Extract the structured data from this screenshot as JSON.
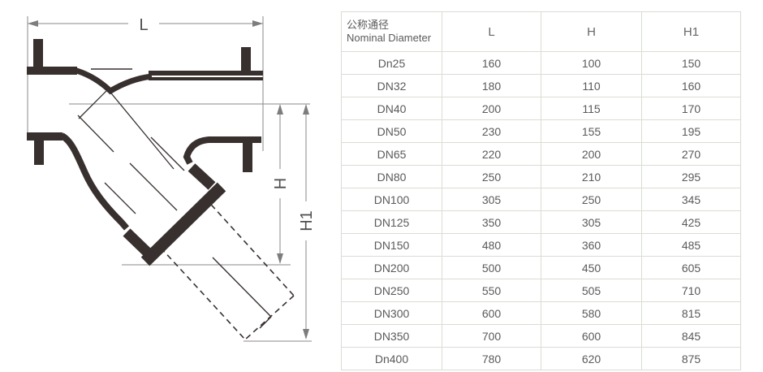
{
  "diagram": {
    "type": "y-strainer-section-drawing",
    "dimension_labels": {
      "length": "L",
      "height": "H",
      "height1": "H1"
    },
    "colors": {
      "body": "#38302e",
      "dimension_line": "#8a8a8a",
      "label_text": "#4d4d4d"
    }
  },
  "table": {
    "header": {
      "nominal_zh": "公称通径",
      "nominal_en": "Nominal Diameter",
      "l": "L",
      "h": "H",
      "h1": "H1"
    },
    "colors": {
      "border": "#d9ded4",
      "text": "#5a5a5a"
    },
    "rows": [
      {
        "dn": "Dn25",
        "l": "160",
        "h": "100",
        "h1": "150"
      },
      {
        "dn": "DN32",
        "l": "180",
        "h": "110",
        "h1": "160"
      },
      {
        "dn": "DN40",
        "l": "200",
        "h": "115",
        "h1": "170"
      },
      {
        "dn": "DN50",
        "l": "230",
        "h": "155",
        "h1": "195"
      },
      {
        "dn": "DN65",
        "l": "220",
        "h": "200",
        "h1": "270"
      },
      {
        "dn": "DN80",
        "l": "250",
        "h": "210",
        "h1": "295"
      },
      {
        "dn": "DN100",
        "l": "305",
        "h": "250",
        "h1": "345"
      },
      {
        "dn": "DN125",
        "l": "350",
        "h": "305",
        "h1": "425"
      },
      {
        "dn": "DN150",
        "l": "480",
        "h": "360",
        "h1": "485"
      },
      {
        "dn": "DN200",
        "l": "500",
        "h": "450",
        "h1": "605"
      },
      {
        "dn": "DN250",
        "l": "550",
        "h": "505",
        "h1": "710"
      },
      {
        "dn": "DN300",
        "l": "600",
        "h": "580",
        "h1": "815"
      },
      {
        "dn": "DN350",
        "l": "700",
        "h": "600",
        "h1": "845"
      },
      {
        "dn": "Dn400",
        "l": "780",
        "h": "620",
        "h1": "875"
      }
    ]
  }
}
